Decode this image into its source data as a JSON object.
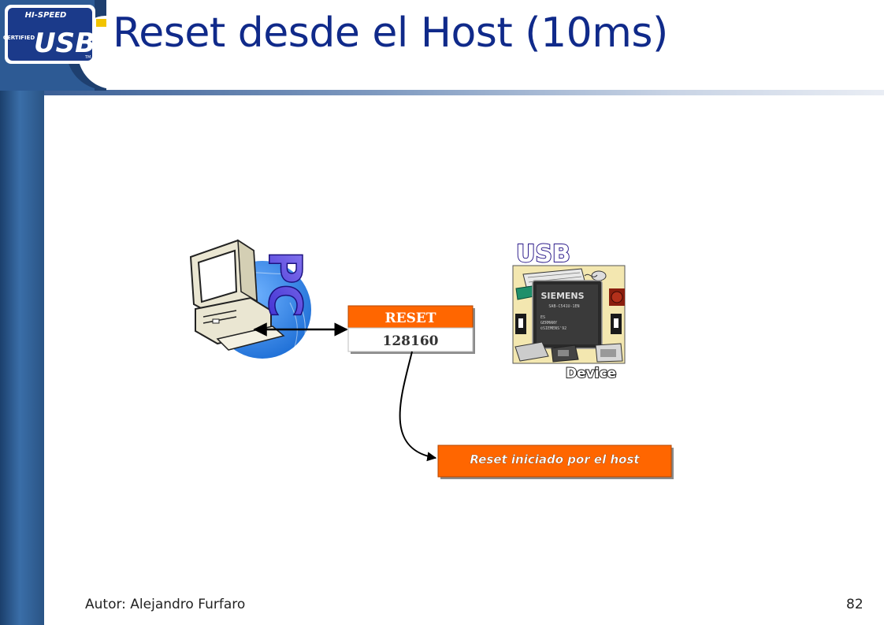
{
  "slide": {
    "title": "Reset desde el Host (10ms)",
    "footer_author": "Autor: Alejandro Furfaro",
    "page_number": "82"
  },
  "logo": {
    "top_text": "HI-SPEED",
    "side_text": "CERTIFIED",
    "main_text": "USB",
    "tm": "TM"
  },
  "pc": {
    "label": "PC"
  },
  "usb": {
    "label": "USB",
    "device_label": "Device",
    "chip_brand": "SIEMENS",
    "chip_line1": "SAB-C541U-1EN",
    "chip_line2": "ES",
    "chip_line3": "GERMANY",
    "chip_line4": "©SIEMENS'92"
  },
  "packet": {
    "header": "RESET",
    "value": "128160"
  },
  "callout": {
    "text": "Reset iniciado por el  host"
  },
  "colors": {
    "title": "#102a8a",
    "box_orange": "#ff6600",
    "sidebar": "#2a5485",
    "globe": "#2f7fe0"
  }
}
